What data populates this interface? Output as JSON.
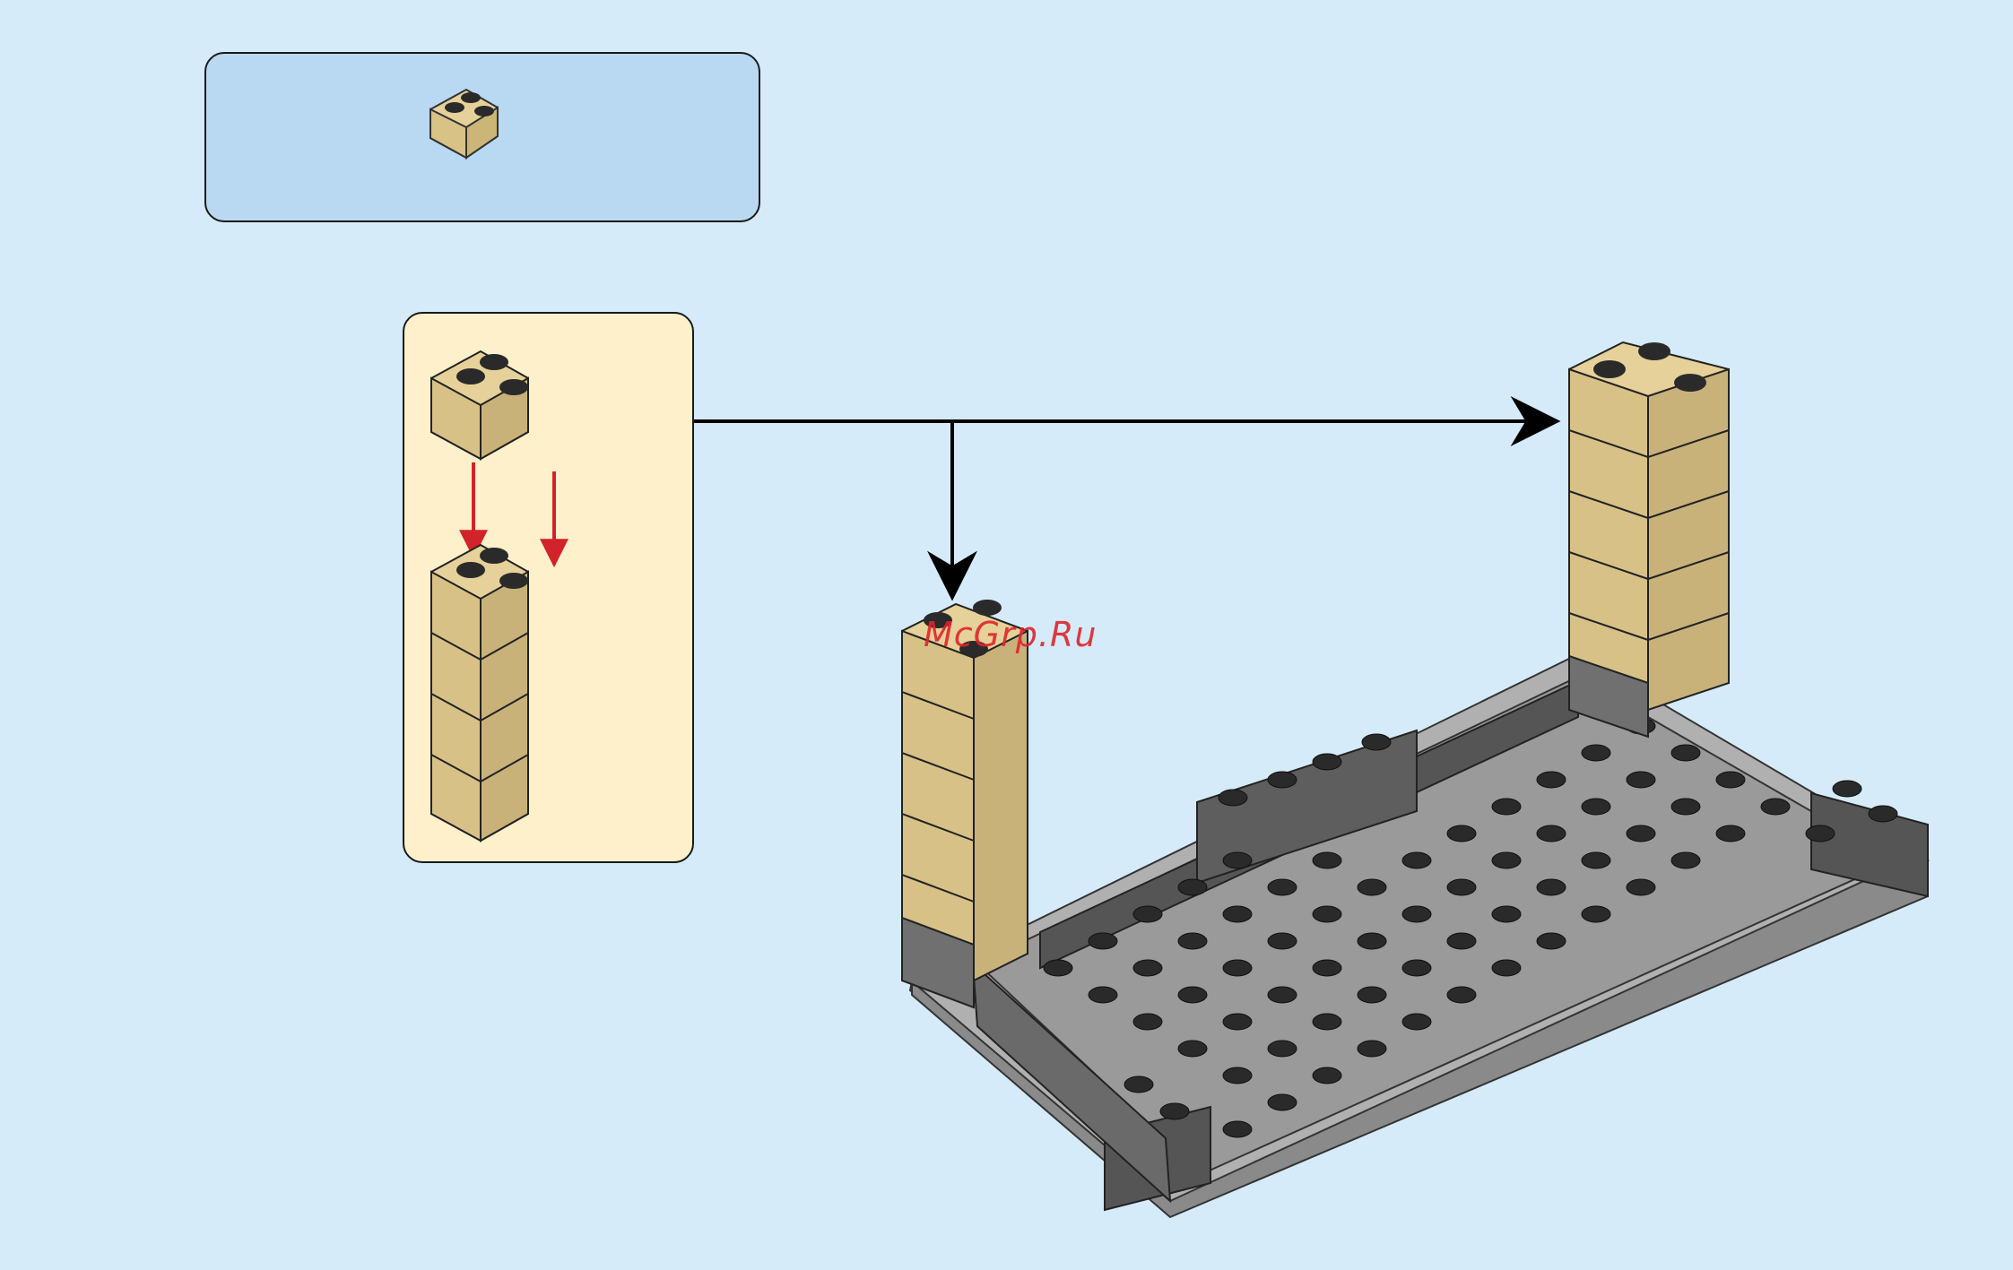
{
  "watermark": "McGrp.Ru",
  "colors": {
    "background": "#d5ebfa",
    "parts_box": "#b9d8f2",
    "sub_assembly_box": "#fff0cc",
    "brick_tan": "#e5d199",
    "baseplate_gray": "#7a7a7a",
    "stud_dark": "#2a2a2a",
    "arrow_red": "#d3232a",
    "arrow_black": "#000000"
  },
  "parts_needed": [
    {
      "part": "corner-brick-2x2",
      "color": "tan",
      "quantity_shown": 1
    }
  ],
  "sub_assembly": {
    "add_brick": "corner-brick-2x2",
    "column_height_bricks": 4
  },
  "model": {
    "columns": [
      {
        "name": "left-column",
        "bricks": 5
      },
      {
        "name": "right-column",
        "bricks": 5
      }
    ],
    "baseplate_icon": "gray-baseplate-with-studs"
  }
}
